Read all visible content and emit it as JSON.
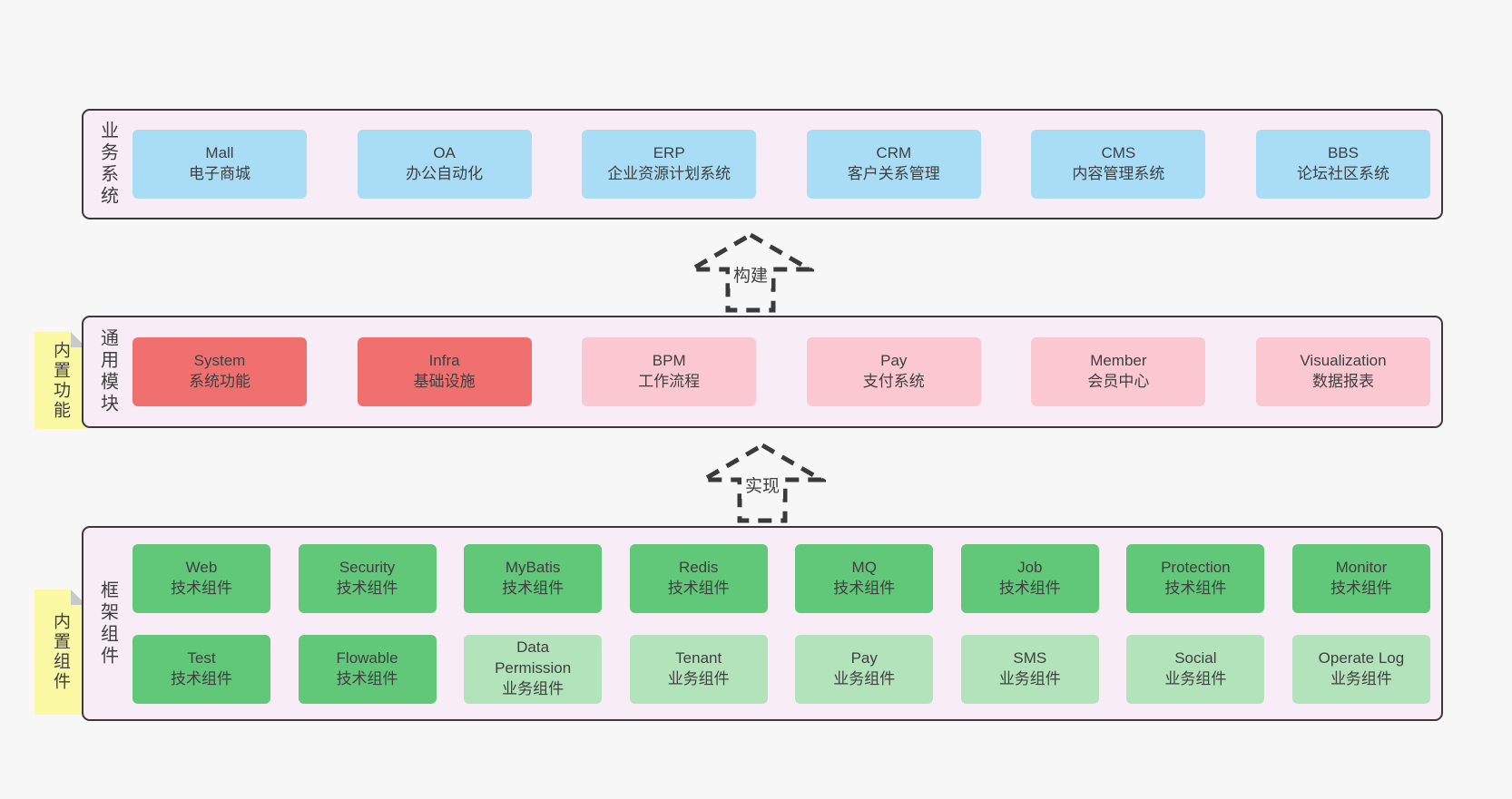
{
  "colors": {
    "page_bg": "#f7f7f7",
    "panel_bg": "#f8edf6",
    "panel_border": "#3a3a3a",
    "text": "#3f3f3f",
    "blue": "#a9ddf6",
    "red": "#f0706f",
    "pink": "#fbc8d2",
    "green_dark": "#60c878",
    "green_light": "#b2e3bb",
    "sticky": "#fbf9a3",
    "sticky_fold": "#c9c9c9"
  },
  "arrows": {
    "build": {
      "label": "构建"
    },
    "implement": {
      "label": "实现"
    }
  },
  "panels": {
    "business": {
      "label": "业务系统",
      "boxes": [
        {
          "title": "Mall",
          "subtitle": "电子商城",
          "variant": "blue"
        },
        {
          "title": "OA",
          "subtitle": "办公自动化",
          "variant": "blue"
        },
        {
          "title": "ERP",
          "subtitle": "企业资源计划系统",
          "variant": "blue"
        },
        {
          "title": "CRM",
          "subtitle": "客户关系管理",
          "variant": "blue"
        },
        {
          "title": "CMS",
          "subtitle": "内容管理系统",
          "variant": "blue"
        },
        {
          "title": "BBS",
          "subtitle": "论坛社区系统",
          "variant": "blue"
        }
      ]
    },
    "modules": {
      "label": "通用模块",
      "sticky": "内置功能",
      "boxes": [
        {
          "title": "System",
          "subtitle": "系统功能",
          "variant": "red"
        },
        {
          "title": "Infra",
          "subtitle": "基础设施",
          "variant": "red"
        },
        {
          "title": "BPM",
          "subtitle": "工作流程",
          "variant": "pink"
        },
        {
          "title": "Pay",
          "subtitle": "支付系统",
          "variant": "pink"
        },
        {
          "title": "Member",
          "subtitle": "会员中心",
          "variant": "pink"
        },
        {
          "title": "Visualization",
          "subtitle": "数据报表",
          "variant": "pink"
        }
      ]
    },
    "framework": {
      "label": "框架组件",
      "sticky": "内置组件",
      "row1": [
        {
          "title": "Web",
          "subtitle": "技术组件",
          "variant": "green-dark"
        },
        {
          "title": "Security",
          "subtitle": "技术组件",
          "variant": "green-dark"
        },
        {
          "title": "MyBatis",
          "subtitle": "技术组件",
          "variant": "green-dark"
        },
        {
          "title": "Redis",
          "subtitle": "技术组件",
          "variant": "green-dark"
        },
        {
          "title": "MQ",
          "subtitle": "技术组件",
          "variant": "green-dark"
        },
        {
          "title": "Job",
          "subtitle": "技术组件",
          "variant": "green-dark"
        },
        {
          "title": "Protection",
          "subtitle": "技术组件",
          "variant": "green-dark"
        },
        {
          "title": "Monitor",
          "subtitle": "技术组件",
          "variant": "green-dark"
        }
      ],
      "row2": [
        {
          "title": "Test",
          "subtitle": "技术组件",
          "variant": "green-dark"
        },
        {
          "title": "Flowable",
          "subtitle": "技术组件",
          "variant": "green-dark"
        },
        {
          "title": "Data\nPermission",
          "subtitle": "业务组件",
          "variant": "green-light"
        },
        {
          "title": "Tenant",
          "subtitle": "业务组件",
          "variant": "green-light"
        },
        {
          "title": "Pay",
          "subtitle": "业务组件",
          "variant": "green-light"
        },
        {
          "title": "SMS",
          "subtitle": "业务组件",
          "variant": "green-light"
        },
        {
          "title": "Social",
          "subtitle": "业务组件",
          "variant": "green-light"
        },
        {
          "title": "Operate Log",
          "subtitle": "业务组件",
          "variant": "green-light"
        }
      ]
    }
  }
}
